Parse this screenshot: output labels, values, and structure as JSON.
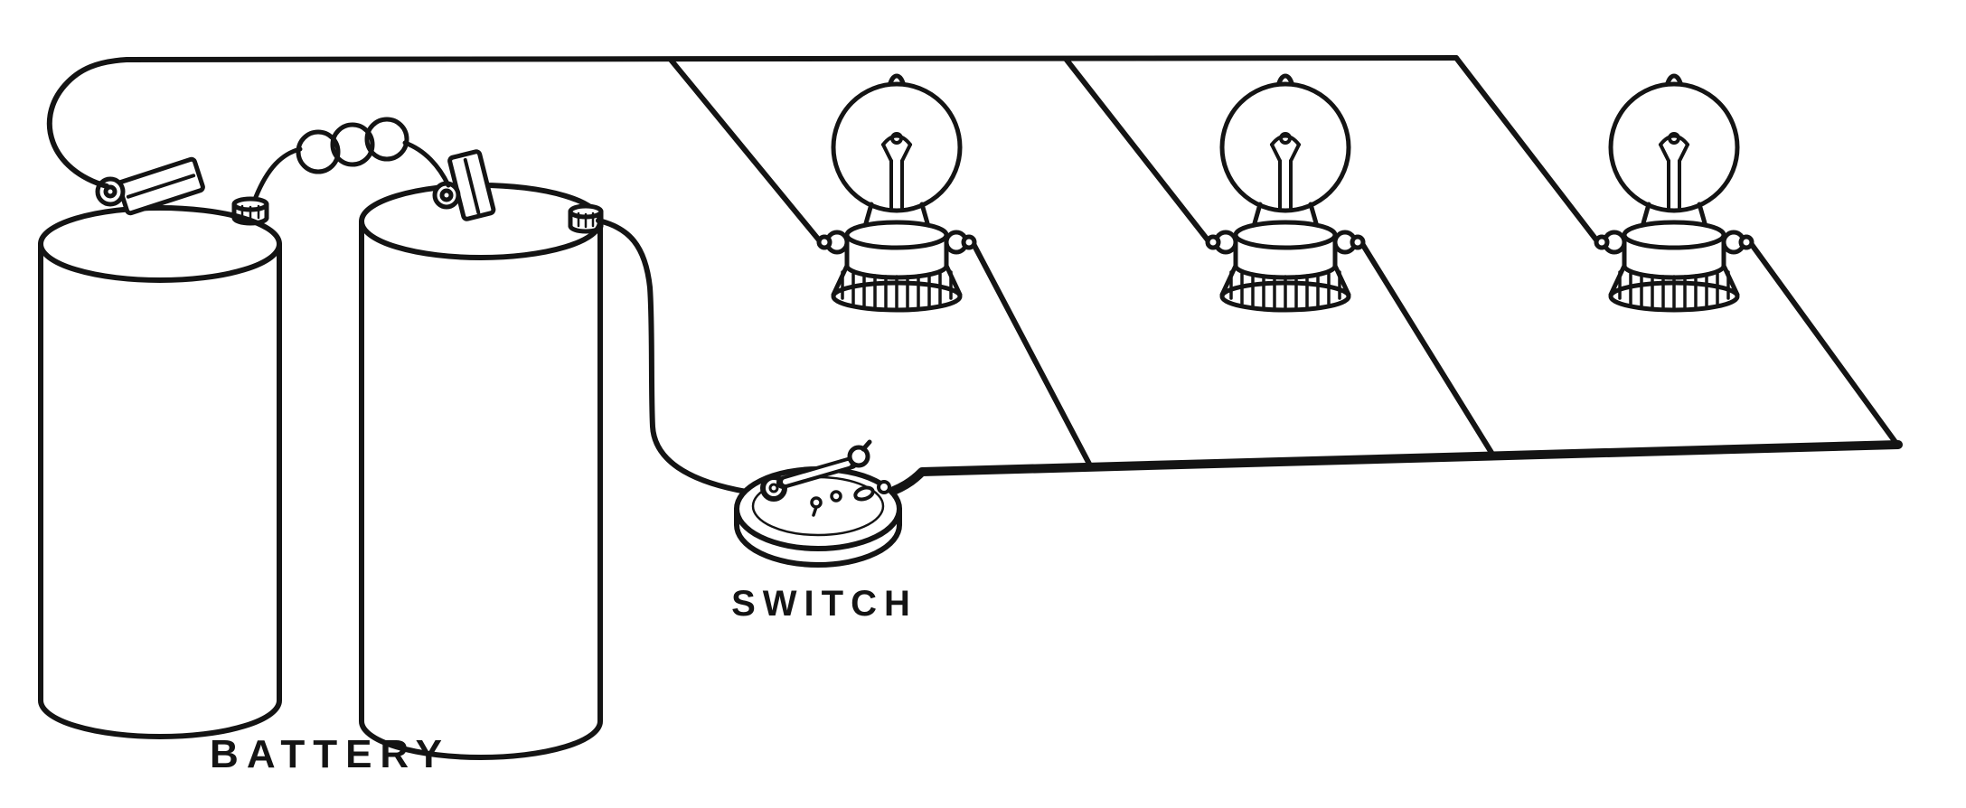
{
  "page": {
    "background_color": "#ffffff",
    "ink_color": "#141414",
    "description": "Hand-drawn style wiring diagram: two dry-cell battery, knife switch, three lamps wired in parallel"
  },
  "diagram": {
    "labels": {
      "battery": "BATTERY",
      "switch": "SWITCH"
    },
    "components": [
      {
        "name": "battery-cell-left",
        "type": "dry-cell"
      },
      {
        "name": "battery-cell-right",
        "type": "dry-cell"
      },
      {
        "name": "coil-wire",
        "type": "connecting-coil"
      },
      {
        "name": "knife-switch",
        "type": "switch"
      },
      {
        "name": "lamp-1",
        "type": "incandescent-bulb"
      },
      {
        "name": "lamp-2",
        "type": "incandescent-bulb"
      },
      {
        "name": "lamp-3",
        "type": "incandescent-bulb"
      }
    ]
  }
}
